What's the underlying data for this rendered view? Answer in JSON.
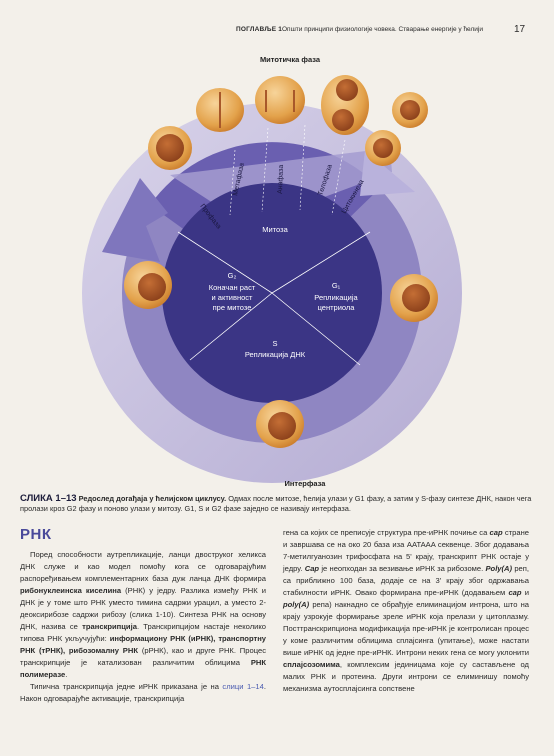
{
  "header": {
    "chapter": "ПОГЛАВЉЕ 1",
    "title": "Општи принципи физиологије човека. Стварање енергије у ћелији",
    "page_number": "17"
  },
  "figure": {
    "labels": {
      "mitotic_phase": "Митотичка фаза",
      "interphase": "Интерфаза",
      "mitosis": "Митоза",
      "prophase": "Профаза",
      "metaphase": "Метафаза",
      "anaphase": "Анафаза",
      "telophase": "Телофаза",
      "cytokinesis": "Цитокинеза",
      "g2_name": "G₂",
      "g2_text": [
        "Коначан раст",
        "и активност",
        "пре митозе"
      ],
      "g1_name": "G₁",
      "g1_text": [
        "Репликација",
        "центриола"
      ],
      "s_name": "S",
      "s_text": "Репликација ДНК"
    },
    "colors": {
      "core": "#3b3585",
      "ring": "#c8c2dd",
      "mitosis_band": "#6a5fb0",
      "cell": "#e0a24a",
      "nucleus": "#a8582a"
    }
  },
  "caption": {
    "head": "СЛИКА 1–13",
    "bold": "Редослед догађаја у ћелијском циклусу.",
    "text": "Одмах после митозе, ћелија улази у G1 фазу, а затим у S-фазу синтезе ДНК, након чега пролази кроз G2 фазу и поново улази у митозу. G1, S и G2 фазе заједно се називају интерфаза."
  },
  "section": {
    "title": "РНК"
  },
  "left_col": {
    "p1a": "Поред способности аутрепликације, ланци двоструког хеликса ДНК служе и као модел помоћу кога се одговарајућим распоређивањем комплементарних база дуж ланца ДНК формира ",
    "p1_term": "рибонуклеинска киселина",
    "p1b": " (РНК) у једру. Разлика између РНК и ДНК је у томе што РНК уместо тимина садржи урацил, а уместо 2-деоксирибозе садржи рибозу (слика 1-10). Синтеза РНК на основу ДНК, назива се ",
    "p1_term2": "транскрипција",
    "p1c": ". Транскрипцијом настаје неколико типова РНК укључујући: ",
    "p1_term3": "информациону РНК (иРНК), транспортну РНК (тРНК), рибозомалну РНК",
    "p1d": " (рРНК), као и друге РНК. Процес транскрипције је катализован различитим облицима ",
    "p1_term4": "РНК полимеразе",
    "p1e": ".",
    "p2a": "Типична транскрипција једне иРНК приказана је на ",
    "p2_ref": "слици 1–14",
    "p2b": ". Након одговарајуће активације, транскрипција"
  },
  "right_col": {
    "p1a": "гена са којих се преписује структура пре-иРНК почиње са ",
    "cap": "cap",
    "p1b": " стране и завршава се на око 20 база иза AATAAA секвенце. Због додавања 7-метилгуанозин трифосфата на 5' крају, транскрипт РНК остаје у једру. ",
    "cap2": "Cap",
    "p1c": " је неопходан за везивање иРНК за рибозоме. ",
    "polya": "Poly(A)",
    "p1d": " реп, са приближно 100 база, додаје се на 3' крају због одржавања стабилности иРНК. Овако формирана пре-иРНК (додавањем ",
    "cap3": "cap",
    "p1e": " и ",
    "polya2": "poly(A)",
    "p1f": " репа) накнадно се обрађује елиминацијом интрона, што на крају узрокује формирање зреле иРНК која прелази у цитоплазму. Посттранскрипциона модификација пре-иРНК је контролисан процес у коме различитим облицима сплајсинга (упитање), може настати више иРНК од једне пре-иРНК. Интрони неких гена се могу уклонити ",
    "term": "сплајсозомима",
    "p1g": ", комплексим јединицама које су састављене од малих РНК и протеина. Други интрони се елиминишу помоћу механизма аутосплајсинга сопствене"
  }
}
